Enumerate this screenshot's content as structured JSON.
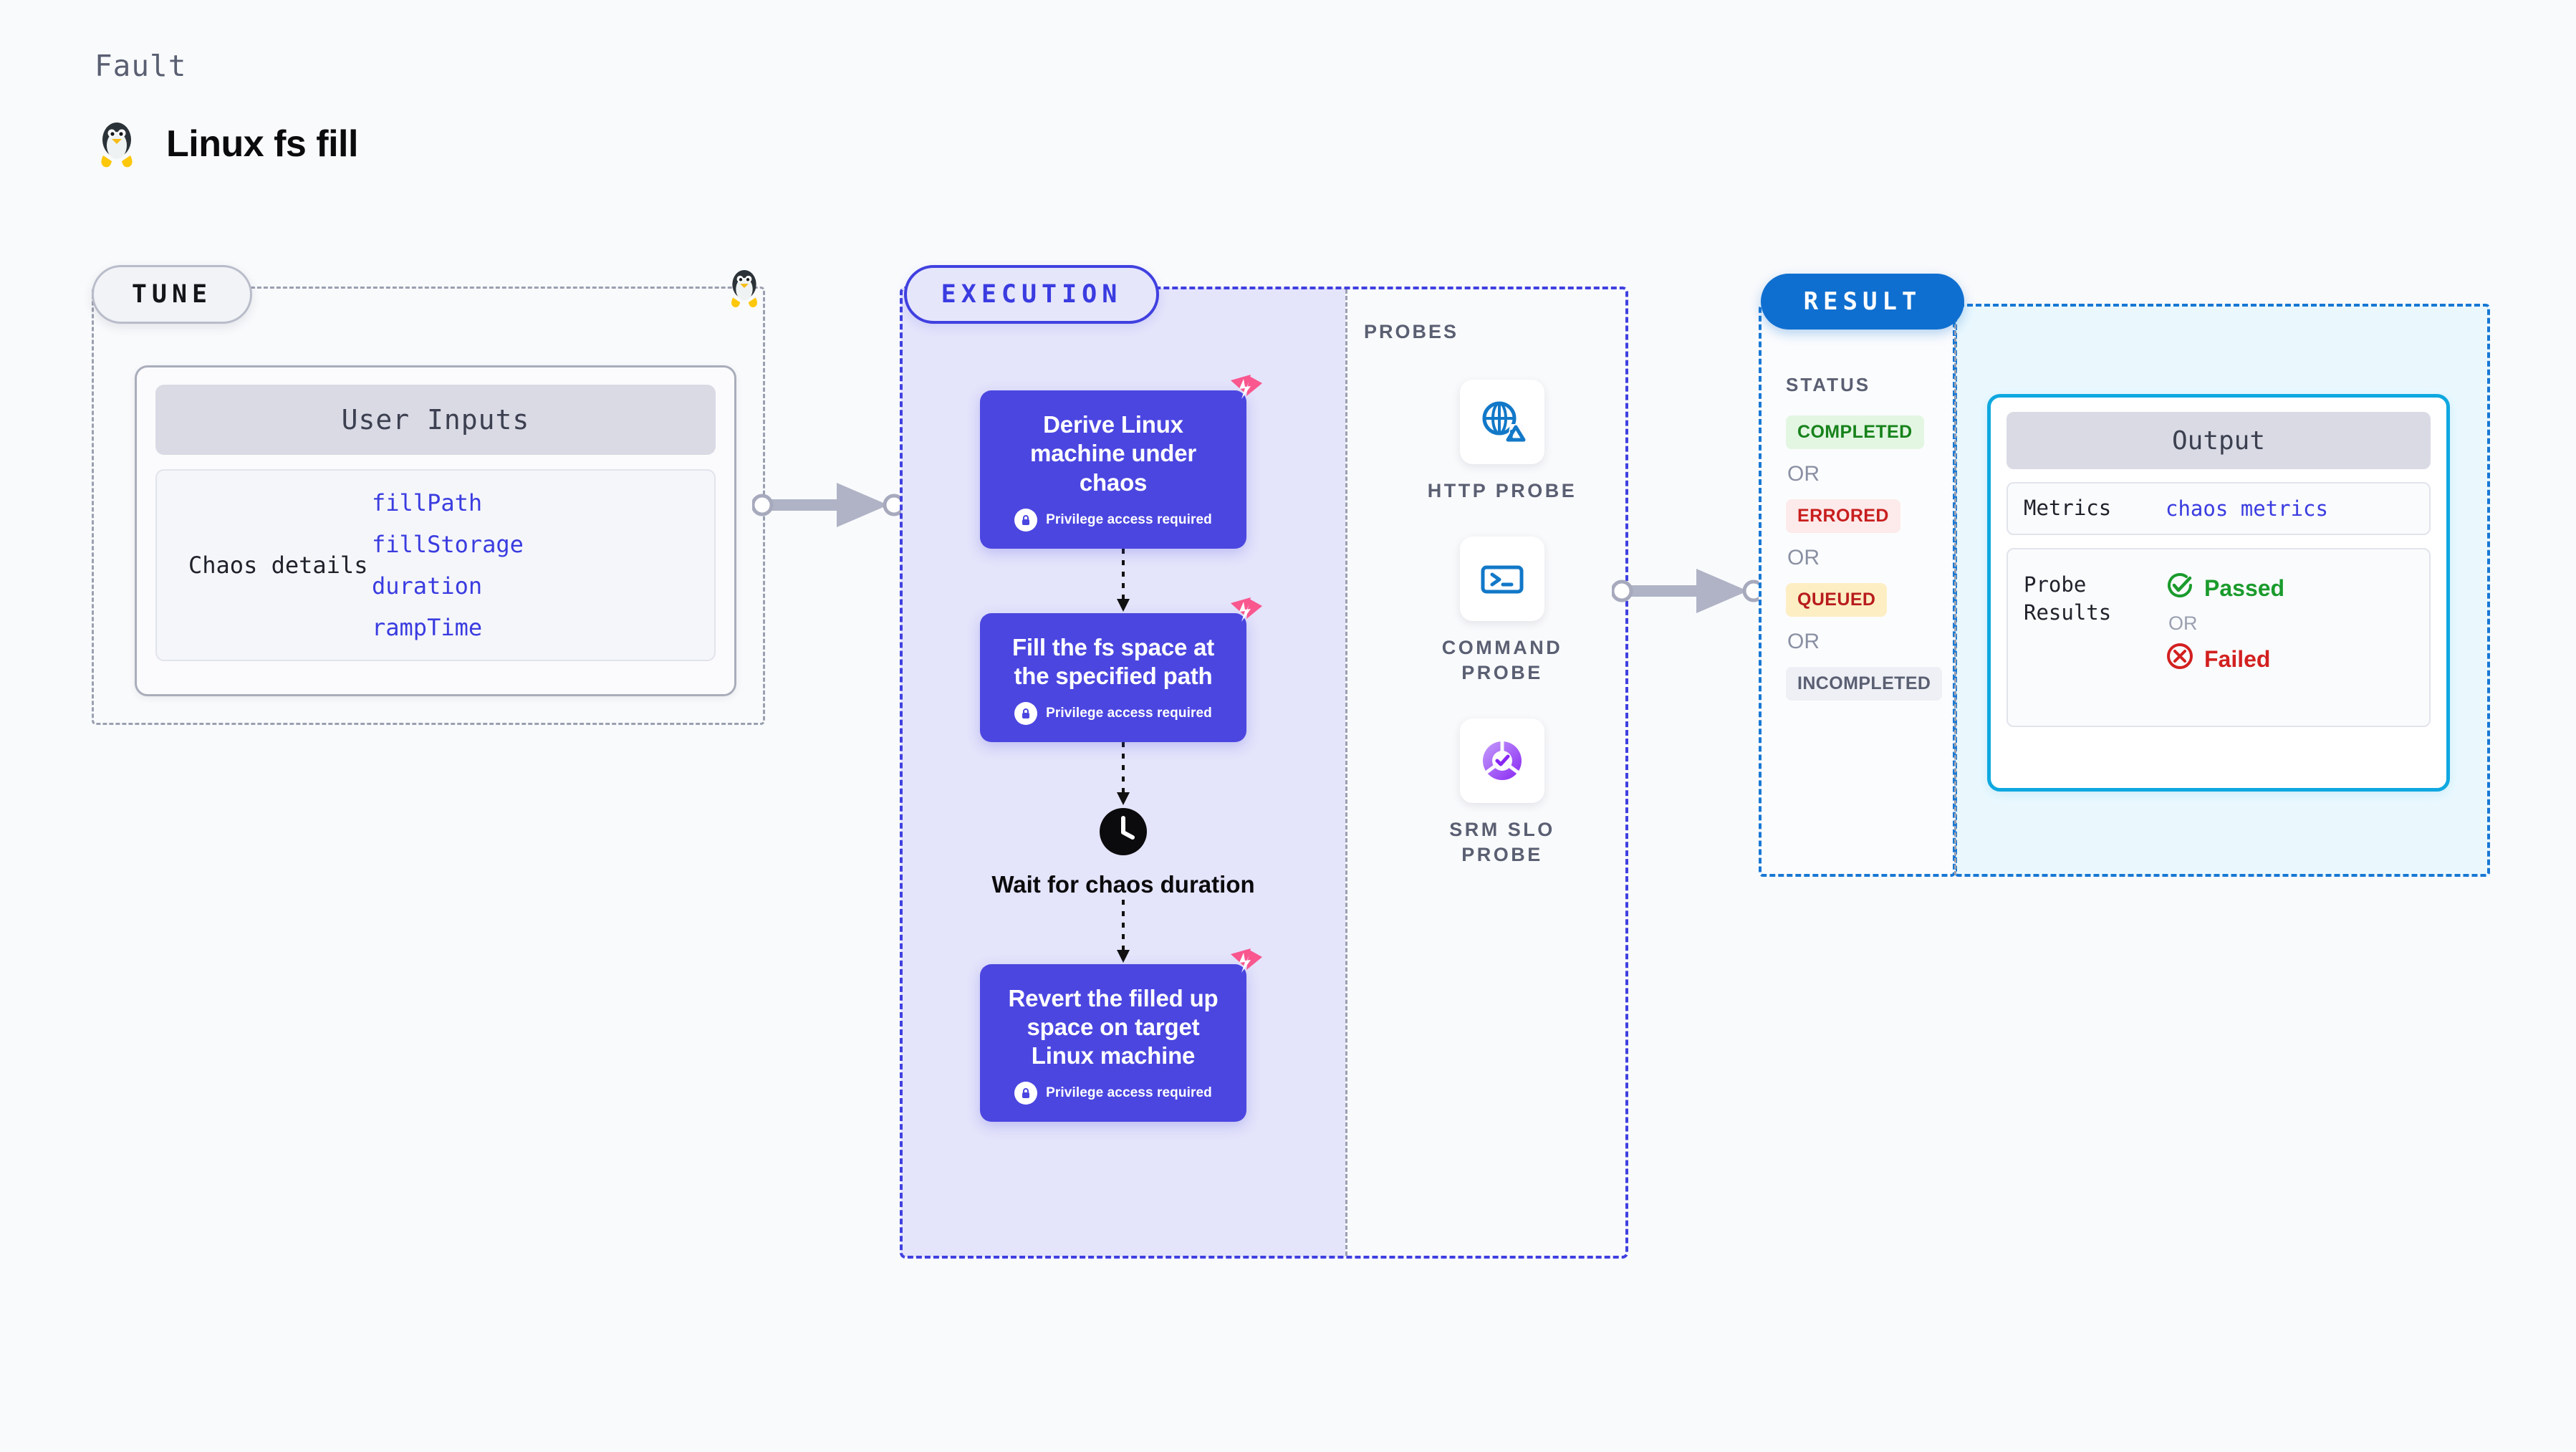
{
  "header": {
    "kicker": "Fault",
    "title": "Linux fs fill",
    "icon": "linux-penguin-icon"
  },
  "tune": {
    "pill_label": "TUNE",
    "card": {
      "header": "User Inputs",
      "group_label": "Chaos details",
      "params": [
        "fillPath",
        "fillStorage",
        "duration",
        "rampTime"
      ]
    },
    "border_icon": "linux-penguin-icon"
  },
  "execution": {
    "pill_label": "EXECUTION",
    "steps": [
      {
        "title": "Derive Linux machine under chaos",
        "privilege": "Privilege access required",
        "badge": "chaos-fault-badge-icon"
      },
      {
        "title": "Fill the fs space at the specified path",
        "privilege": "Privilege access required",
        "badge": "chaos-fault-badge-icon"
      }
    ],
    "wait": {
      "icon": "clock-icon",
      "label": "Wait for chaos duration"
    },
    "final_step": {
      "title": "Revert the filled up space on target Linux machine",
      "privilege": "Privilege access required",
      "badge": "chaos-fault-badge-icon"
    }
  },
  "probes": {
    "title": "PROBES",
    "items": [
      {
        "label": "HTTP PROBE",
        "icon": "globe-warning-icon"
      },
      {
        "label": "COMMAND PROBE",
        "icon": "terminal-icon"
      },
      {
        "label": "SRM SLO PROBE",
        "icon": "slo-donut-check-icon"
      }
    ]
  },
  "result": {
    "pill_label": "RESULT",
    "status_label": "STATUS",
    "or_label": "OR",
    "statuses": [
      {
        "label": "COMPLETED",
        "bg": "#e2f6e2",
        "fg": "#17821b"
      },
      {
        "label": "ERRORED",
        "bg": "#fdeaea",
        "fg": "#c81e1e"
      },
      {
        "label": "QUEUED",
        "bg": "#fdeec4",
        "fg": "#b81c1c"
      },
      {
        "label": "INCOMPLETED",
        "bg": "#eef0f5",
        "fg": "#5a5f72"
      }
    ],
    "output": {
      "header": "Output",
      "metrics_key": "Metrics",
      "metrics_value": "chaos metrics",
      "probe_key": "Probe Results",
      "passed": "Passed",
      "or_label": "OR",
      "failed": "Failed",
      "passed_icon": "check-circle-icon",
      "failed_icon": "x-circle-icon"
    }
  },
  "colors": {
    "accent_purple": "#4b46e0",
    "accent_blue": "#0f6fd0",
    "output_border": "#0fa8e0",
    "badge_pink": "#f9578e",
    "page_bg": "#f9fafc"
  }
}
